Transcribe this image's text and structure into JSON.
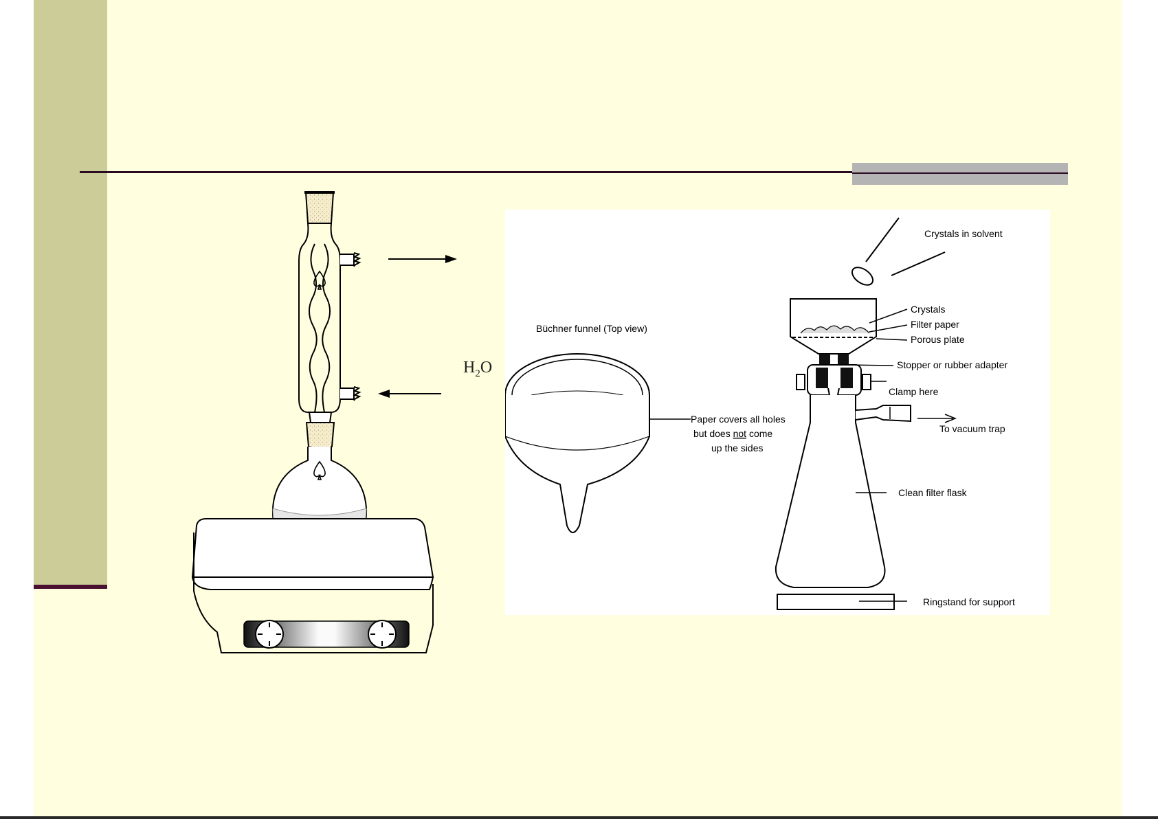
{
  "reflux": {
    "water_label_main": "H",
    "water_label_sub": "2",
    "water_label_tail": "O"
  },
  "filtration": {
    "labels": {
      "crystals_in_solvent": "Crystals in solvent",
      "crystals": "Crystals",
      "filter_paper": "Filter paper",
      "porous_plate": "Porous plate",
      "stopper": "Stopper or rubber adapter",
      "clamp": "Clamp here",
      "vacuum": "To vacuum trap",
      "flask": "Clean filter flask",
      "ringstand": "Ringstand for support",
      "buchner_title": "Büchner funnel (Top view)",
      "paper_line1": "Paper covers all holes",
      "paper_line2_a": "but does ",
      "paper_line2_b": "not",
      "paper_line2_c": " come",
      "paper_line3": "up the sides"
    }
  },
  "colors": {
    "slide_bg": "#ffffe0",
    "band": "#cccc99",
    "rule": "#2a0a20",
    "gray_bar": "#b4b4b4"
  }
}
